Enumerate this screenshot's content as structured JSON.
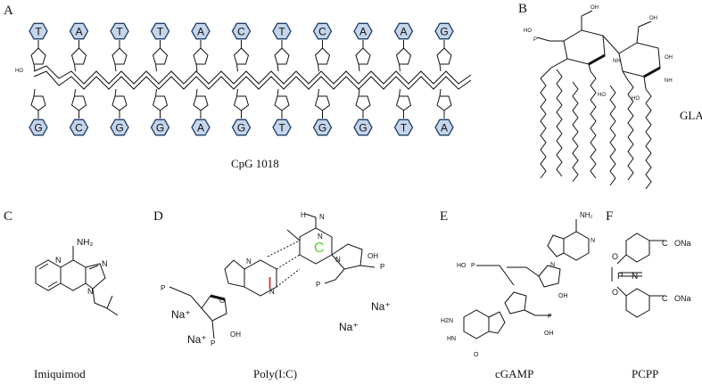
{
  "panels": [
    {
      "letter": "A",
      "caption": "CpG 1018"
    },
    {
      "letter": "B",
      "caption": "GLA"
    },
    {
      "letter": "C",
      "caption": "Imiquimod"
    },
    {
      "letter": "D",
      "caption": "Poly(I:C)"
    },
    {
      "letter": "E",
      "caption": "cGAMP"
    },
    {
      "letter": "F",
      "caption": "PCPP"
    }
  ],
  "cpg": {
    "top_bases": [
      "T",
      "A",
      "T",
      "T",
      "A",
      "C",
      "T",
      "C",
      "A",
      "A",
      "G"
    ],
    "bottom_bases": [
      "G",
      "C",
      "G",
      "G",
      "A",
      "G",
      "T",
      "G",
      "G",
      "T",
      "A"
    ]
  },
  "atoms": {
    "nh2": "NH₂",
    "nh2_plain": "NH2",
    "n": "N",
    "o": "O",
    "oh": "OH",
    "ho": "HO",
    "nh": "NH",
    "h": "H",
    "p": "P",
    "na_ion": "Na⁺",
    "ona": "ONa",
    "coona_c": "C",
    "inosine_letter": "I",
    "cytidine_letter": "C"
  },
  "colors": {
    "hex_fill": "#c5d6ea",
    "hex_stroke": "#1f3c6b",
    "inosine": "#d22b2b",
    "cytidine": "#5bd42a"
  }
}
